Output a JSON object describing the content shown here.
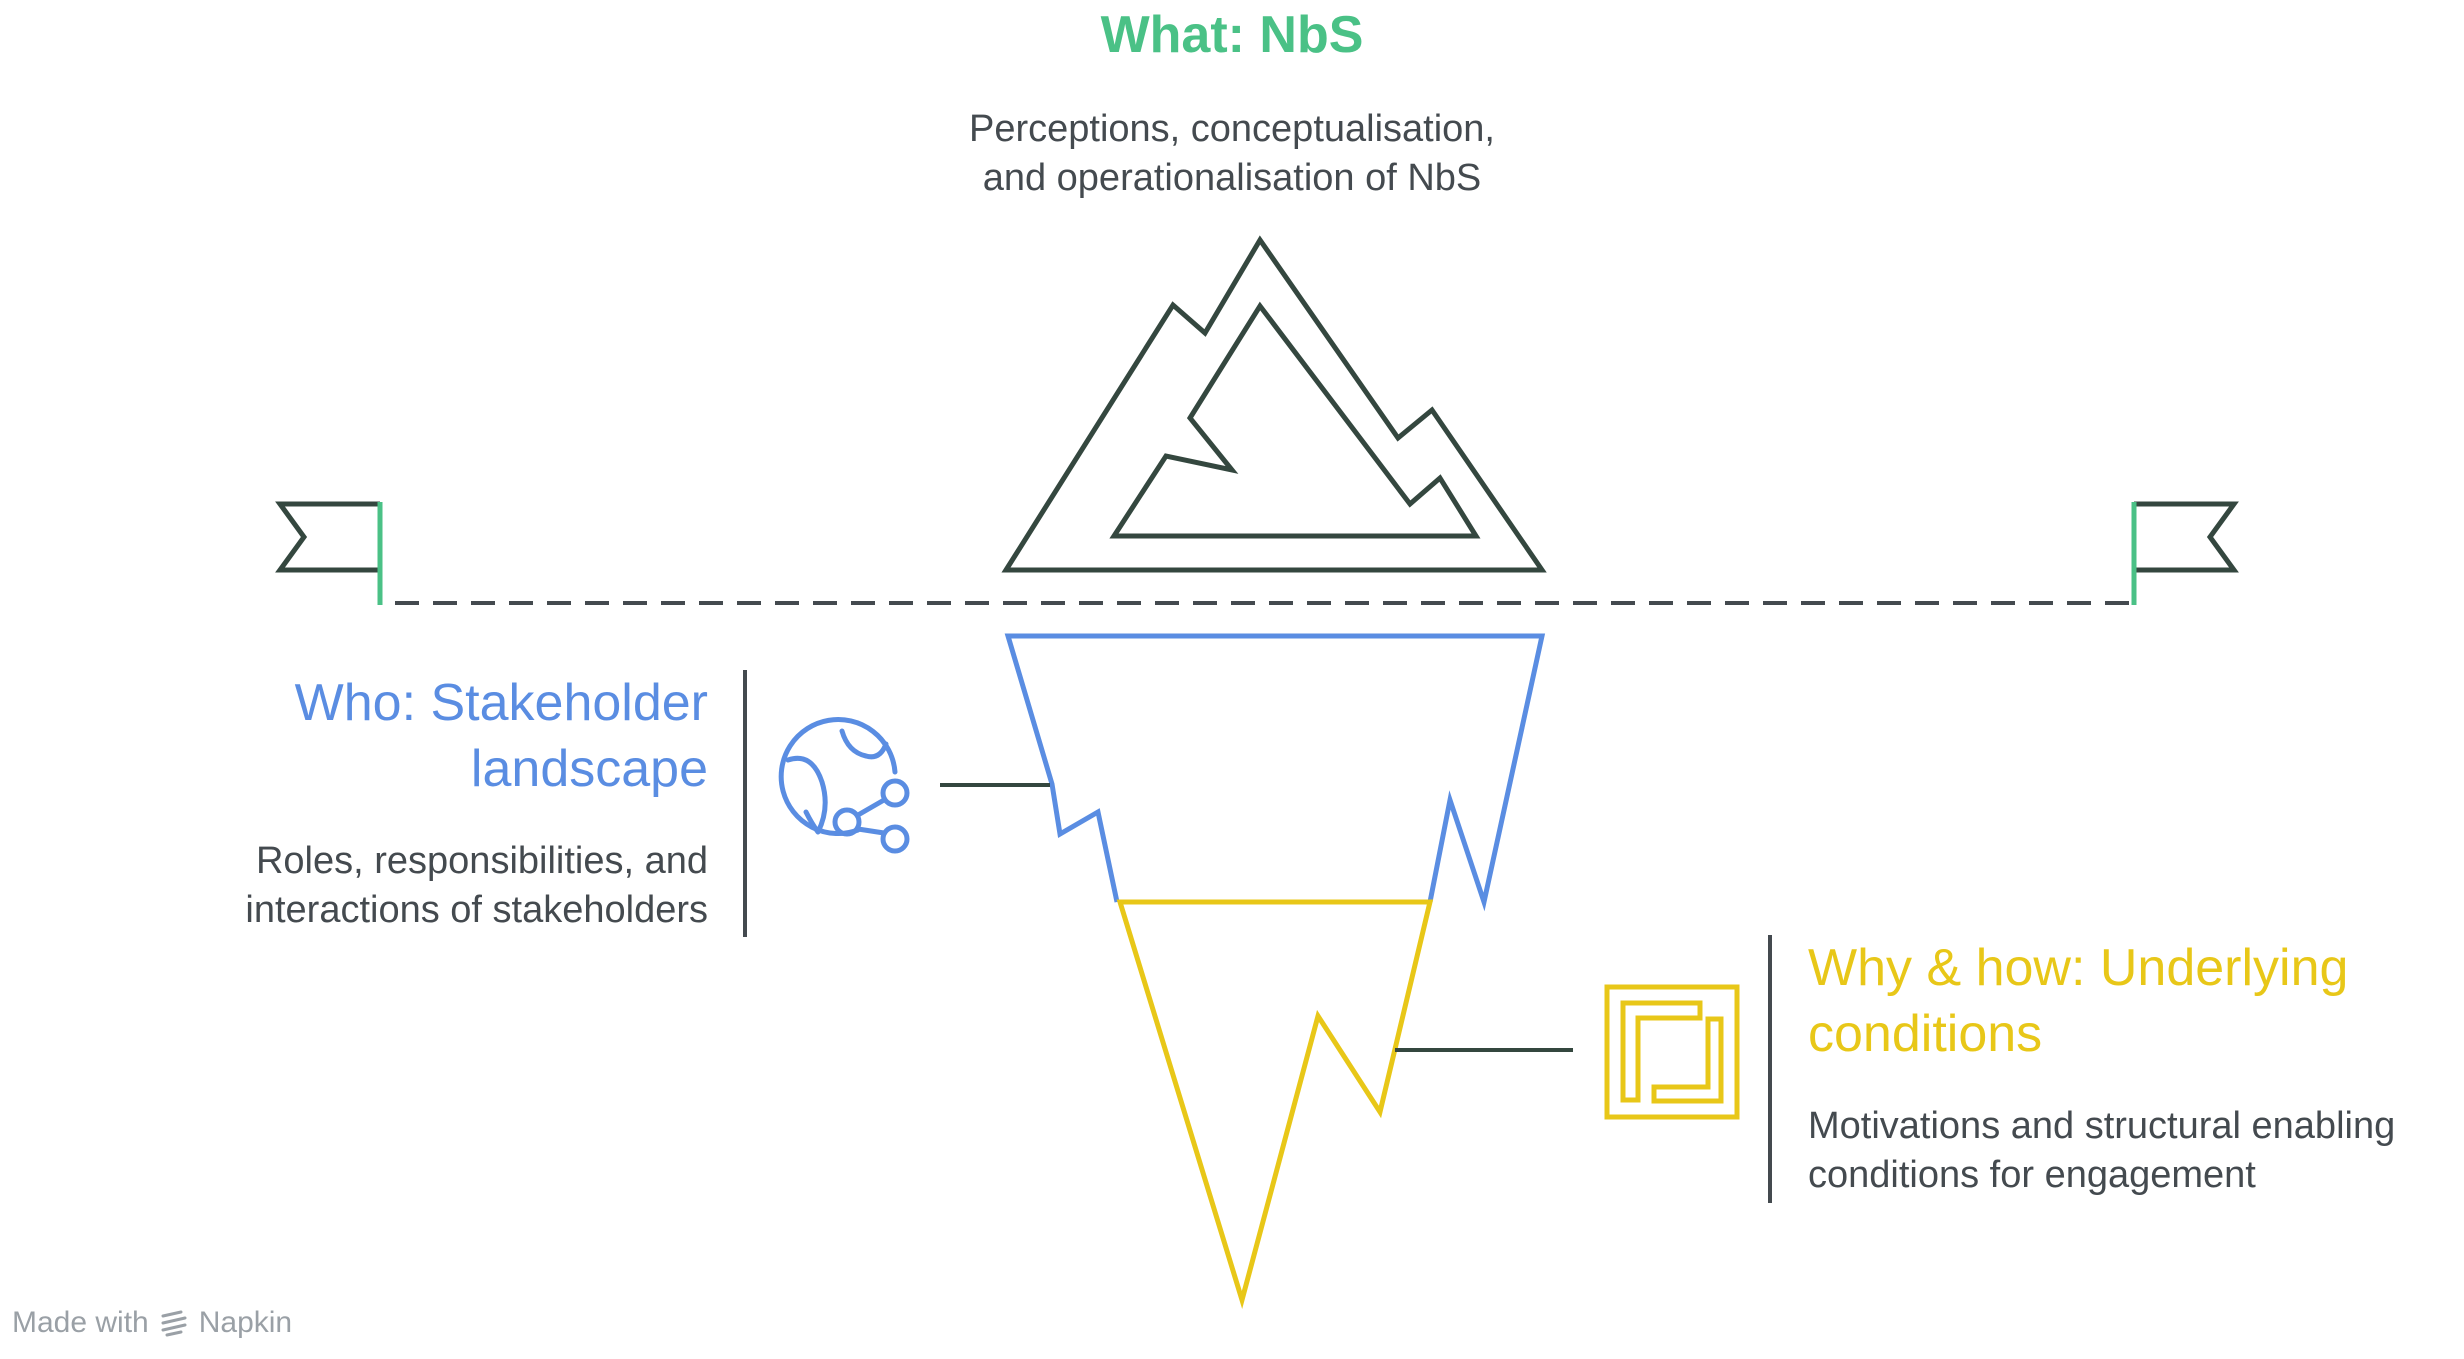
{
  "what": {
    "title": "What: NbS",
    "description_lines": [
      "Perceptions, conceptualisation,",
      "and operationalisation of NbS"
    ]
  },
  "who": {
    "title_lines": [
      "Who: Stakeholder",
      "landscape"
    ],
    "description_lines": [
      "Roles, responsibilities, and",
      "interactions of stakeholders"
    ]
  },
  "why": {
    "title_lines": [
      "Why & how: Underlying",
      "conditions"
    ],
    "description_lines": [
      "Motivations and structural enabling",
      "conditions for engagement"
    ]
  },
  "footer": {
    "prefix": "Made with",
    "brand": "Napkin"
  },
  "colors": {
    "what": "#4ac186",
    "who": "#5a8de2",
    "why": "#e8c718",
    "outline": "#34473f",
    "text": "#444a4f"
  },
  "icons": {
    "who": "globe-network-icon",
    "why": "nested-square-icon",
    "left_flag": "flag-icon",
    "right_flag": "flag-icon"
  }
}
